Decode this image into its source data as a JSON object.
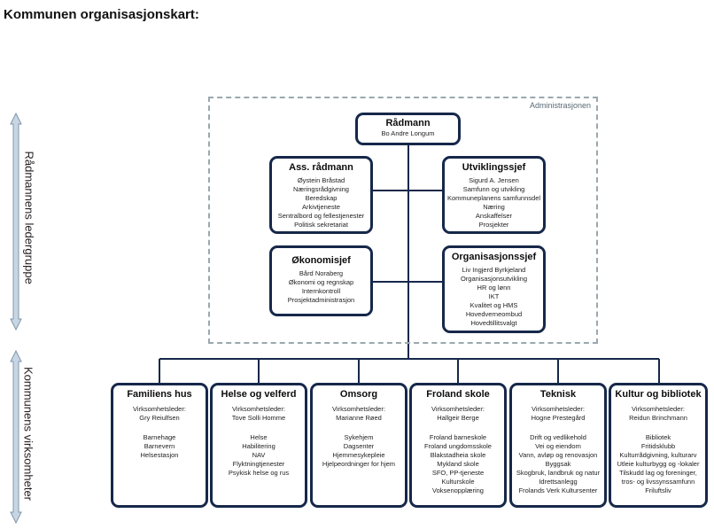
{
  "title": "Kommunen organisasjonskart:",
  "admin_label": "Administrasjonen",
  "side_labels": {
    "leadership": "Rådmannens ledergruppe",
    "units": "Kommunens virksomheter"
  },
  "colors": {
    "box_border": "#16284a",
    "arrow": "#9fb4c8",
    "frame": "#9aa8ad"
  },
  "radmann": {
    "title": "Rådmann",
    "lines": [
      "Bo Andre Longum"
    ]
  },
  "management": [
    {
      "id": "ass-radmann",
      "title": "Ass. rådmann",
      "lines": [
        "Øystein Bråstad",
        "Næringsrådgivning",
        "Beredskap",
        "Arkivtjeneste",
        "Sentralbord og fellestjenester",
        "Politisk sekretariat"
      ]
    },
    {
      "id": "utviklingssjef",
      "title": "Utviklingssjef",
      "lines": [
        "Sigurd A. Jensen",
        "Samfunn og utvikling",
        "Kommuneplanens samfunnsdel",
        "Næring",
        "Anskaffelser",
        "Prosjekter"
      ]
    },
    {
      "id": "okonomisjef",
      "title": "Økonomisjef",
      "lines": [
        "Bård Noraberg",
        "Økonomi og regnskap",
        "Internkontroll",
        "Prosjektadministrasjon"
      ]
    },
    {
      "id": "organisasjonssjef",
      "title": "Organisasjonssjef",
      "lines": [
        "Liv Ingjerd Byrkjeland",
        "Organisasjonsutvikling",
        "HR og lønn",
        "IKT",
        "Kvalitet og HMS",
        "Hovedverneombud",
        "Hovedtillitsvalgt"
      ]
    }
  ],
  "units": [
    {
      "id": "familiens-hus",
      "title": "Familiens hus",
      "leader_label": "Virksomhetsleder:",
      "leader": "Gry Reiulfsen",
      "lines": [
        "Barnehage",
        "Barnevern",
        "Helsestasjon"
      ]
    },
    {
      "id": "helse-og-velferd",
      "title": "Helse og velferd",
      "leader_label": "Virksomhetsleder:",
      "leader": "Tove Solli Homme",
      "lines": [
        "Helse",
        "Habilitering",
        "NAV",
        "Flyktningtjenester",
        "Psykisk helse og rus"
      ]
    },
    {
      "id": "omsorg",
      "title": "Omsorg",
      "leader_label": "Virksomhetsleder:",
      "leader": "Marianne Røed",
      "lines": [
        "Sykehjem",
        "Dagsenter",
        "Hjemmesykepleie",
        "Hjelpeordninger for hjem"
      ]
    },
    {
      "id": "froland-skole",
      "title": "Froland skole",
      "leader_label": "Virksomhetsleder:",
      "leader": "Hallgeir Berge",
      "lines": [
        "Froland barneskole",
        "Froland ungdomsskole",
        "Blakstadheia skole",
        "Mykland skole",
        "SFO, PP-tjeneste",
        "Kulturskole",
        "Voksenopplæring"
      ]
    },
    {
      "id": "teknisk",
      "title": "Teknisk",
      "leader_label": "Virksomhetsleder:",
      "leader": "Hogne Prestegård",
      "lines": [
        "Drift og vedlikehold",
        "Vei og eiendom",
        "Vann, avløp og renovasjon",
        "Byggsak",
        "Skogbruk, landbruk og natur",
        "Idrettsanlegg",
        "Frolands Verk Kultursenter"
      ]
    },
    {
      "id": "kultur-og-bibliotek",
      "title": "Kultur og bibliotek",
      "leader_label": "Virksomhetsleder:",
      "leader": "Reidun Brinchmann",
      "lines": [
        "Bibliotek",
        "Fritidsklubb",
        "Kulturrådgivning, kulturarv",
        "Utleie kulturbygg og -lokaler",
        "Tilskudd lag og foreninger,",
        "tros- og livssynssamfunn",
        "Friluftsliv"
      ]
    }
  ]
}
